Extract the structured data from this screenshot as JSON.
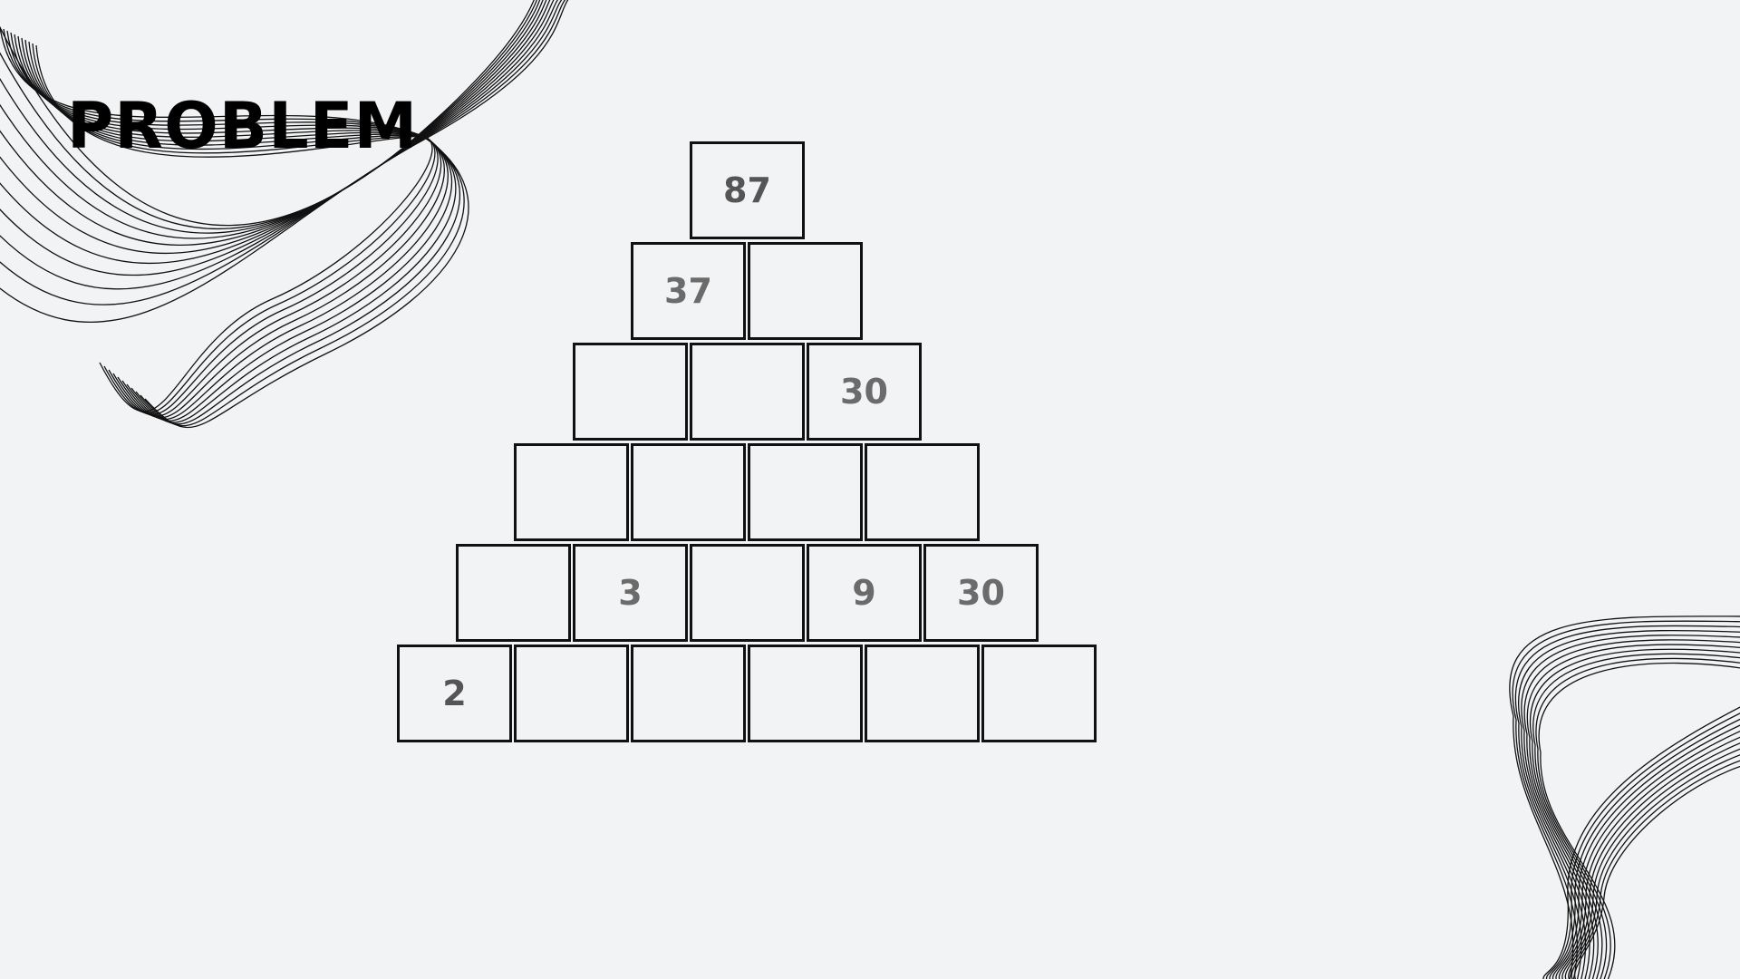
{
  "title": "PROBLEM",
  "puzzle": {
    "rows": [
      [
        "87"
      ],
      [
        "37",
        ""
      ],
      [
        "",
        "",
        "30"
      ],
      [
        "",
        "",
        "",
        ""
      ],
      [
        "",
        "3",
        "",
        "9",
        "30"
      ],
      [
        "2",
        "",
        "",
        "",
        "",
        ""
      ]
    ]
  },
  "colors": {
    "background": "#f2f3f5",
    "cell_border": "#111111",
    "number_text": "#6b6b6b",
    "title_text": "#000000"
  }
}
